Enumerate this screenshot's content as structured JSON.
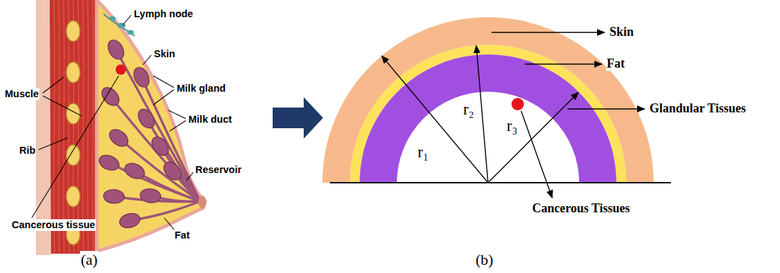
{
  "diagram": {
    "labels": [
      "Lymph node",
      "Skin",
      "Muscle",
      "Milk gland",
      "Milk duct",
      "Rib",
      "Reservoir",
      "Fat",
      "Cancerous tissue",
      "(a)",
      "Skin",
      "Fat",
      "Glandular Tissues",
      "r₁",
      "r₂",
      "r₃",
      "Cancerous Tissues",
      "(b)"
    ]
  }
}
